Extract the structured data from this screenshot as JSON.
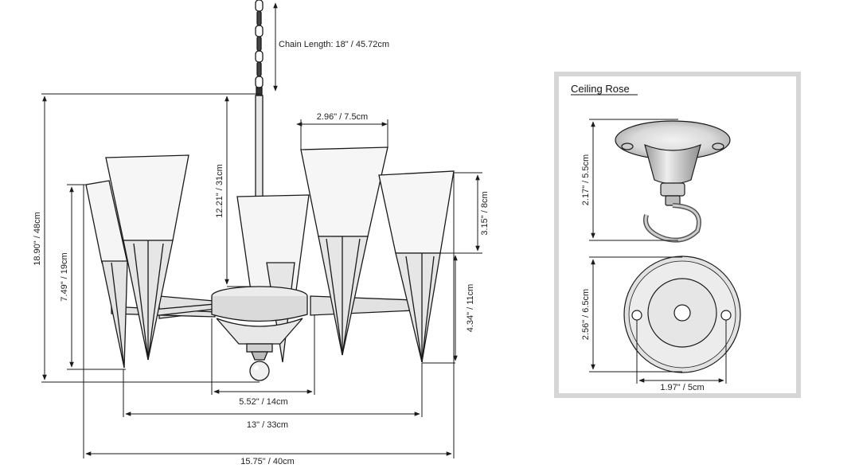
{
  "fixture": {
    "chain_length": "Chain Length: 18\" / 45.72cm",
    "total_height": "18.90\" / 48cm",
    "drop_height": "12.21\" / 31cm",
    "shade_width": "2.96\" / 7.5cm",
    "arm_height": "7.49\" / 19cm",
    "shade_height": "3.15\" / 8cm",
    "cone_height": "4.34\" / 11cm",
    "body_width": "5.52\" / 14cm",
    "mid_width": "13\" / 33cm",
    "total_width": "15.75\" / 40cm"
  },
  "ceiling_rose": {
    "title": "Ceiling Rose",
    "height": "2.17\" / 5.5cm",
    "diameter": "2.56\" / 6.5cm",
    "hole_spacing": "1.97\" / 5cm"
  },
  "colors": {
    "line": "#1a1a1a",
    "panel_border": "#d6d6d6",
    "shade_fill": "#f4f4f4",
    "metal_fill": "#dcdcdc"
  }
}
